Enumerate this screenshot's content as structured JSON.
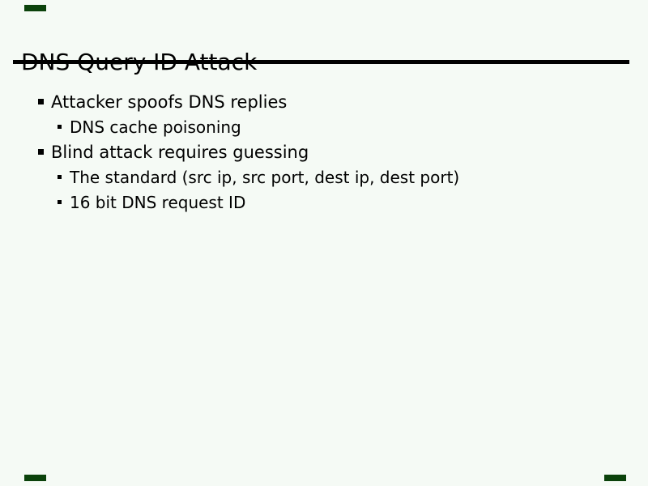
{
  "slide": {
    "title": "DNS Query ID Attack",
    "bullets": [
      {
        "level": 1,
        "text": "Attacker spoofs DNS replies"
      },
      {
        "level": 2,
        "text": "DNS cache poisoning"
      },
      {
        "level": 1,
        "text": "Blind attack requires guessing"
      },
      {
        "level": 2,
        "text": "The standard (src ip, src port, dest ip, dest port)"
      },
      {
        "level": 2,
        "text": "16 bit DNS request ID"
      }
    ],
    "colors": {
      "background": "#f5faf5",
      "text": "#000000",
      "title_rule": "#000000",
      "corner_mark": "#0b420b"
    }
  }
}
